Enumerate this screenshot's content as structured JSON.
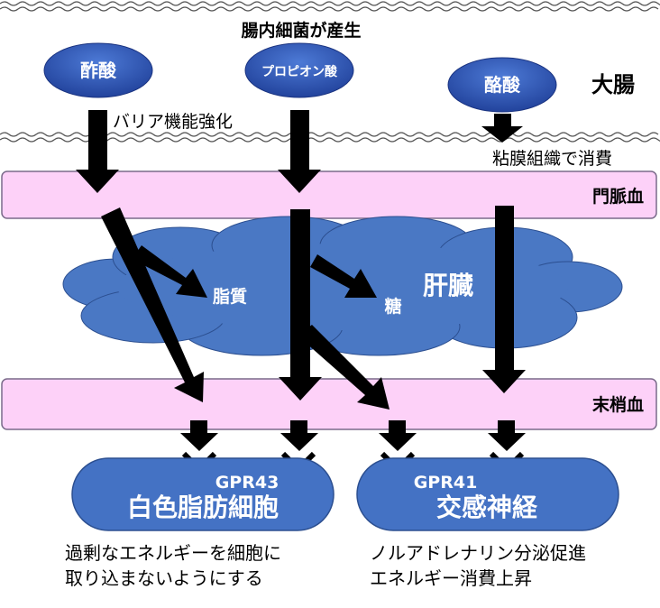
{
  "header_title": "腸内細菌が産生",
  "region_colon": "大腸",
  "acids": {
    "acetate": "酢酸",
    "propionate": "プロピオン酸",
    "butyrate": "酪酸"
  },
  "notes": {
    "barrier": "バリア機能強化",
    "mucosa": "粘膜組織で消費"
  },
  "portal_vein": "門脈血",
  "liver": {
    "label": "肝臓",
    "lipid": "脂質",
    "sugar": "糖"
  },
  "peripheral_blood": "末梢血",
  "targets": [
    {
      "receptor": "GPR43",
      "name": "白色脂肪細胞",
      "effect_lines": [
        "過剰なエネルギーを細胞に",
        "取り込まないようにする"
      ]
    },
    {
      "receptor": "GPR41",
      "name": "交感神経",
      "effect_lines": [
        "ノルアドレナリン分泌促進",
        "エネルギー消費上昇"
      ]
    }
  ],
  "colors": {
    "bubble_blue": "#2f57b5",
    "liver_blue": "#4a78c4",
    "band_pink": "#fdd1f8",
    "cell_blue": "#4472c4"
  }
}
